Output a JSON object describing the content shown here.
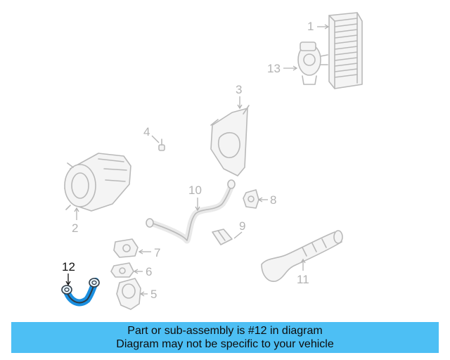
{
  "diagram": {
    "callouts": [
      {
        "id": "1",
        "label": "1"
      },
      {
        "id": "2",
        "label": "2"
      },
      {
        "id": "3",
        "label": "3"
      },
      {
        "id": "4",
        "label": "4"
      },
      {
        "id": "5",
        "label": "5"
      },
      {
        "id": "6",
        "label": "6"
      },
      {
        "id": "7",
        "label": "7"
      },
      {
        "id": "8",
        "label": "8"
      },
      {
        "id": "9",
        "label": "9"
      },
      {
        "id": "10",
        "label": "10"
      },
      {
        "id": "11",
        "label": "11"
      },
      {
        "id": "12",
        "label": "12",
        "highlighted": true
      },
      {
        "id": "13",
        "label": "13"
      }
    ],
    "highlight_color": "#1a8fe0",
    "part_color": "#b9b9b9"
  },
  "banner": {
    "line1": "Part or sub-assembly is #12 in diagram",
    "line2": "Diagram may not be specific to your vehicle",
    "background": "#4dbff4"
  }
}
